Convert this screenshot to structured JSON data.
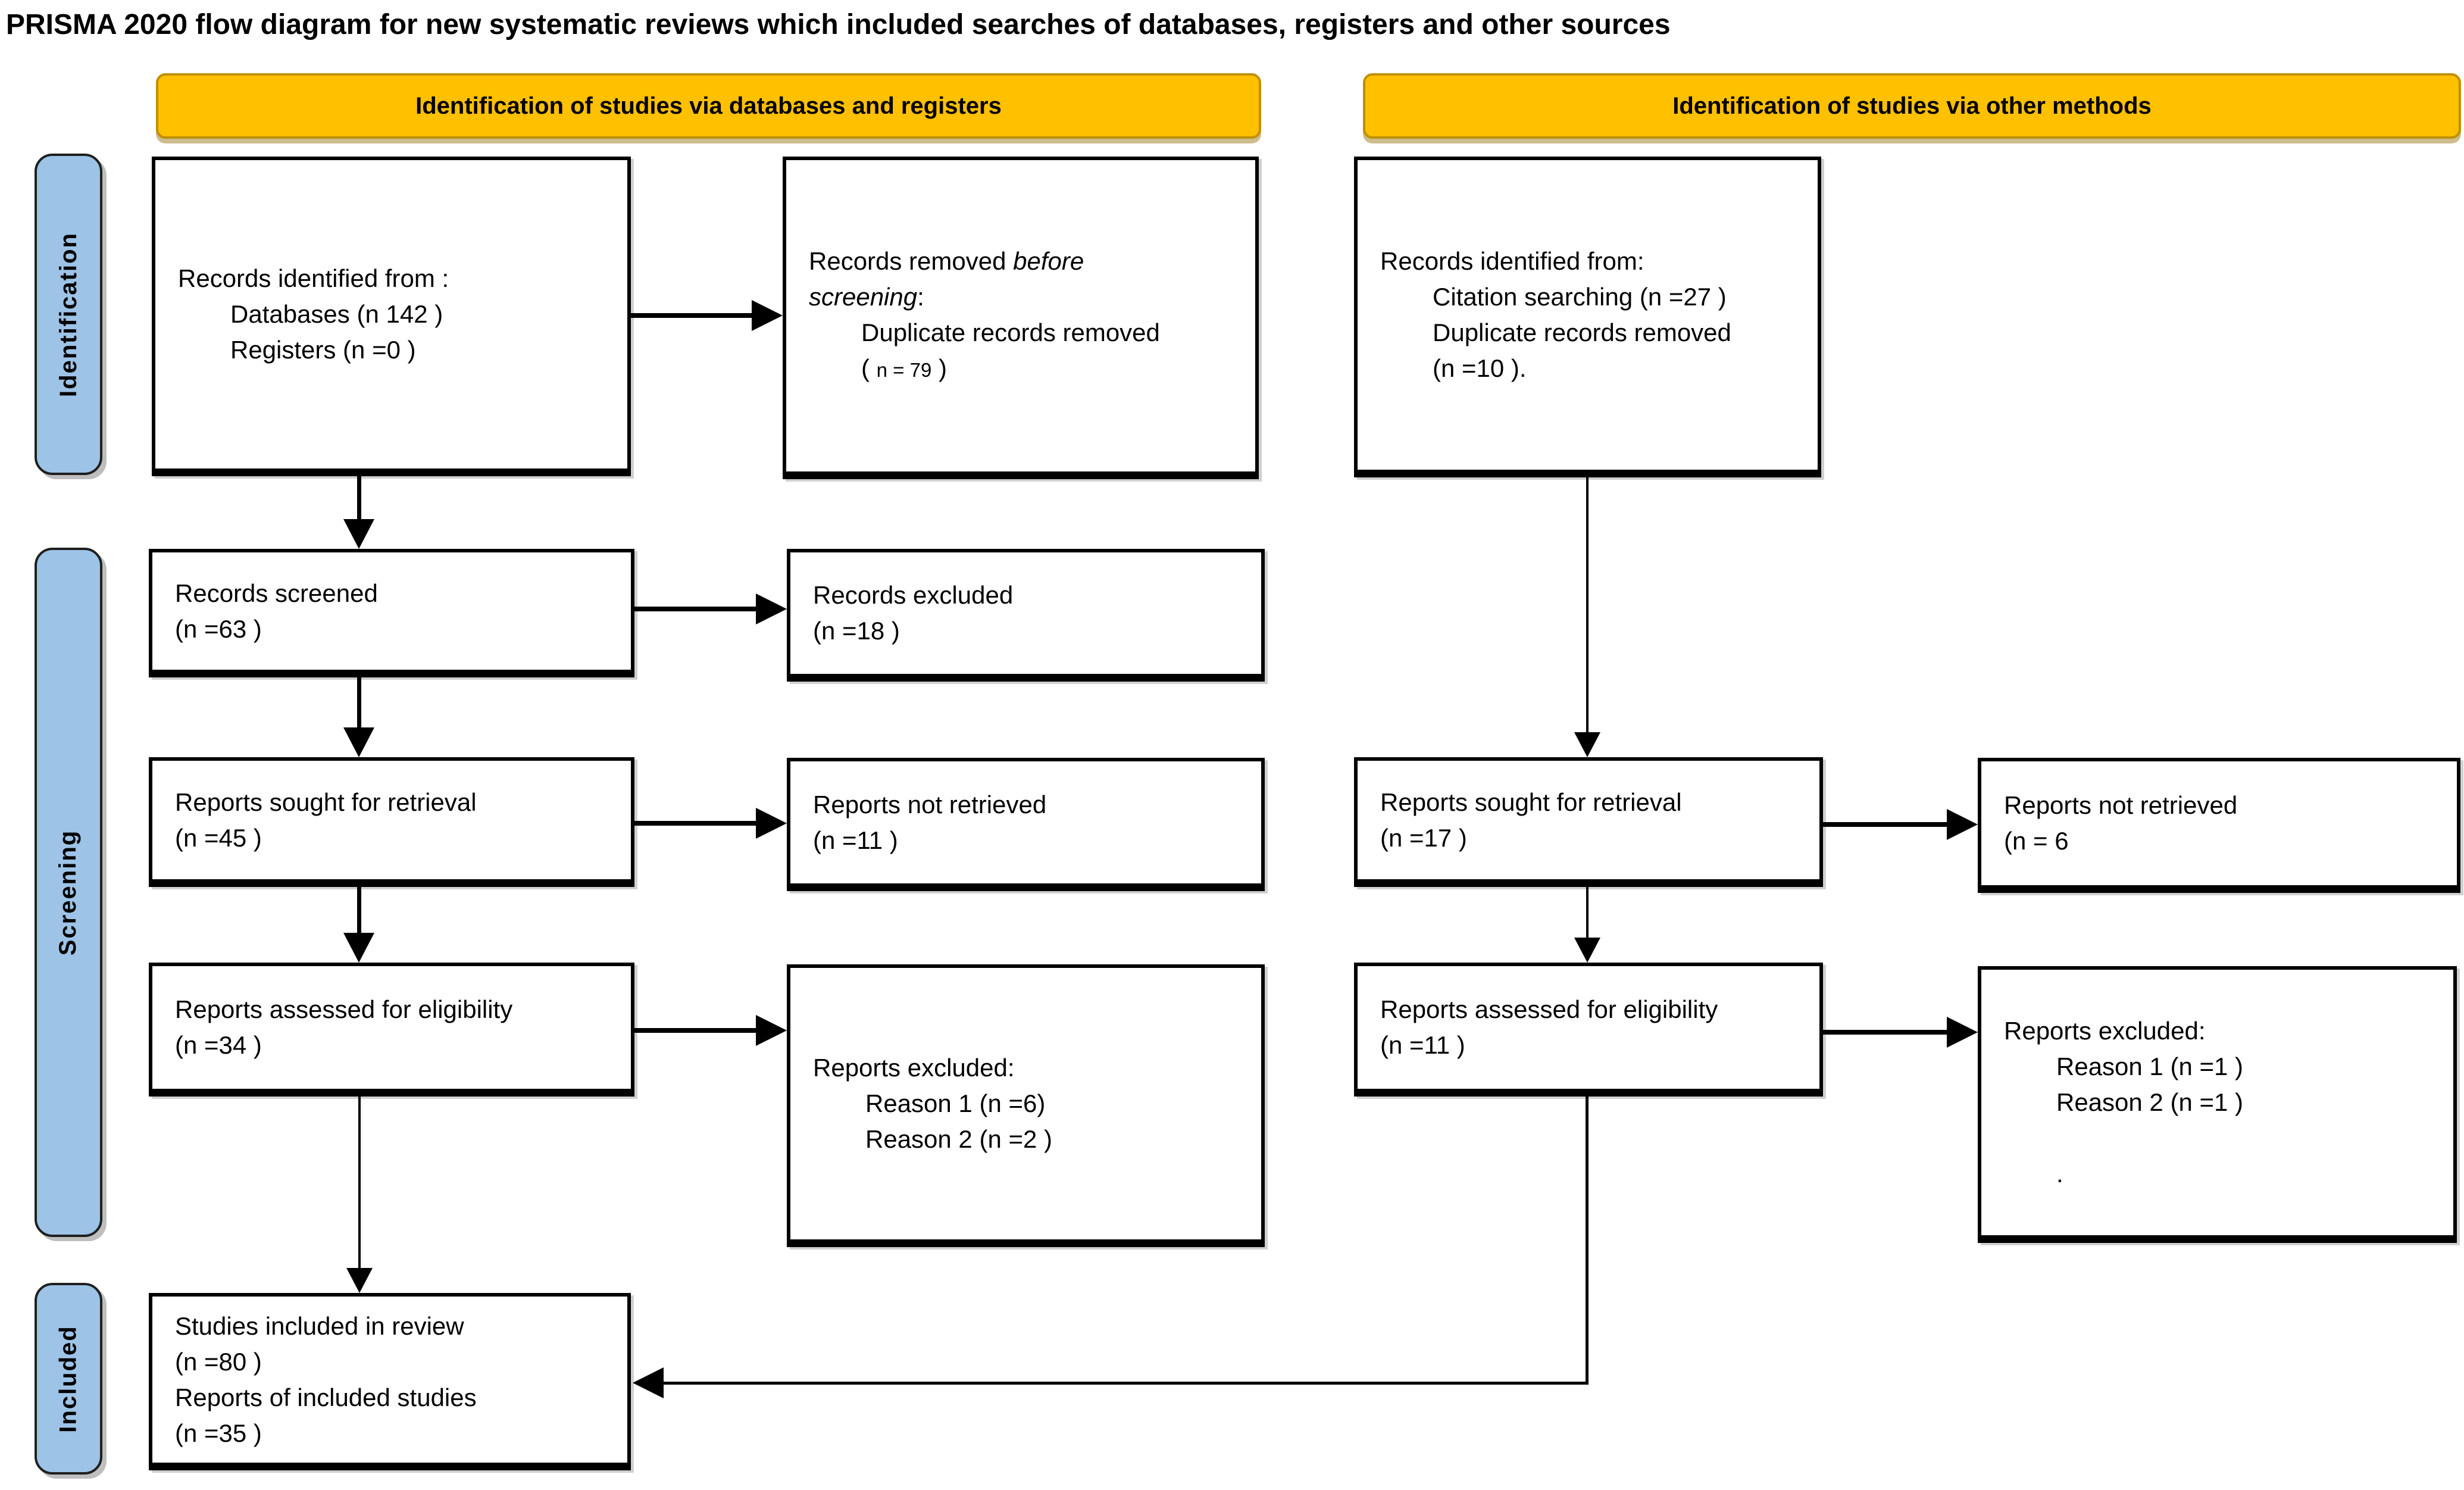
{
  "title": "PRISMA 2020 flow diagram for new systematic reviews which included searches of databases, registers and other sources",
  "colors": {
    "header_bg": "#FFC000",
    "header_border": "#BF9000",
    "side_bg": "#9DC3E6",
    "side_border": "#1f1f1f",
    "box_border": "#000000",
    "arrow_color": "#000000",
    "title_color": "#000000"
  },
  "headers": [
    {
      "label": "Identification of studies via databases and registers"
    },
    {
      "label": "Identification of studies via other methods"
    }
  ],
  "side_labels": [
    {
      "label": "Identification"
    },
    {
      "label": "Screening"
    },
    {
      "label": "Included"
    }
  ],
  "boxes": {
    "records_identified_databases": {
      "lines": [
        "Records identified from :",
        {
          "indent": true,
          "t": "Databases (n 142 )"
        },
        {
          "indent": true,
          "t": "Registers (n =0 )"
        }
      ]
    },
    "records_removed": {
      "lines": [
        {
          "segs": [
            {
              "t": "Records removed "
            },
            {
              "t": "before",
              "i": true
            }
          ]
        },
        {
          "segs": [
            {
              "t": "screening",
              "i": true
            },
            {
              "t": ":"
            }
          ]
        },
        {
          "indent": true,
          "t": "Duplicate records removed"
        },
        {
          "indent": true,
          "segs": [
            {
              "t": "( "
            },
            {
              "t": "n = 79",
              "small": true
            },
            {
              "t": " )"
            }
          ]
        }
      ]
    },
    "records_identified_other": {
      "lines": [
        "Records identified from:",
        {
          "indent": true,
          "t": "Citation searching (n =27 )"
        },
        {
          "indent": true,
          "t": "Duplicate records removed"
        },
        {
          "indent": true,
          "t": "(n =10 )."
        }
      ]
    },
    "records_screened": {
      "lines": [
        "Records screened",
        "(n =63 )"
      ]
    },
    "records_excluded": {
      "lines": [
        "Records excluded",
        "(n =18 )"
      ]
    },
    "reports_sought_databases": {
      "lines": [
        "Reports sought for retrieval",
        "(n =45 )"
      ]
    },
    "reports_not_retrieved_databases": {
      "lines": [
        "Reports not retrieved",
        "(n =11 )"
      ]
    },
    "reports_sought_other": {
      "lines": [
        "Reports sought for retrieval",
        "(n =17 )"
      ]
    },
    "reports_not_retrieved_other": {
      "lines": [
        "Reports not retrieved",
        "(n = 6"
      ]
    },
    "reports_assessed_databases": {
      "lines": [
        "Reports assessed for eligibility",
        "(n =34 )"
      ]
    },
    "reports_excluded_databases": {
      "lines": [
        "Reports excluded:",
        {
          "indent": true,
          "t": "Reason 1 (n =6)"
        },
        {
          "indent": true,
          "t": "Reason 2 (n =2 )"
        }
      ]
    },
    "reports_assessed_other": {
      "lines": [
        "Reports assessed for eligibility",
        "(n =11 )"
      ]
    },
    "reports_excluded_other": {
      "lines": [
        "Reports excluded:",
        {
          "indent": true,
          "t": "Reason 1 (n =1 )"
        },
        {
          "indent": true,
          "t": "Reason 2 (n =1 )"
        },
        {
          "indent": true,
          "t": ""
        },
        {
          "indent": true,
          "t": "."
        }
      ]
    },
    "studies_included": {
      "lines": [
        "Studies included in review",
        "(n =80 )",
        "Reports of included studies",
        "(n =35 )"
      ]
    }
  }
}
